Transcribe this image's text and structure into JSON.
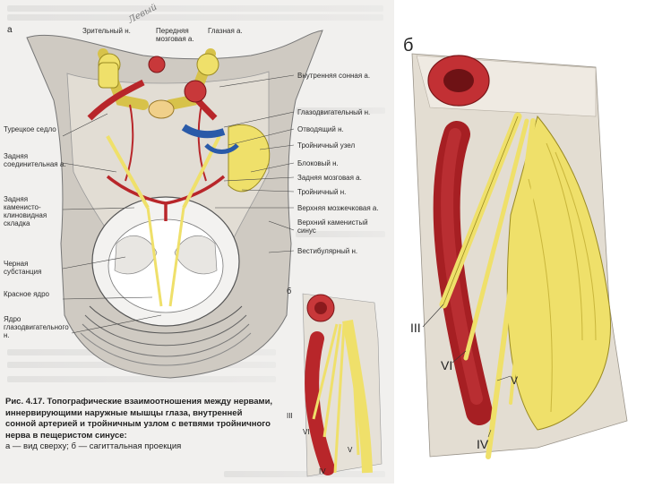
{
  "handwritten_note": "Левый",
  "panel_a": {
    "letter": "а",
    "top_labels": [
      "Зрительный н.",
      "Передняя мозговая а.",
      "Глазная а."
    ],
    "left_labels": [
      "Турецкое седло",
      "Задняя соединительная а.",
      "Задняя каменисто-клиновидная складка",
      "Черная субстанция",
      "Красное ядро",
      "Ядро глазодвигательного н."
    ],
    "right_labels": [
      "Внутренняя сонная а.",
      "Глазодвигательный н.",
      "Отводящий н.",
      "Тройничный узел",
      "Блоковый н.",
      "Задняя мозговая а.",
      "Тройничный н.",
      "Верхняя мозжечковая а.",
      "Верхний каменистый синус",
      "Вестибулярный н."
    ]
  },
  "panel_b_small": {
    "letter": "б",
    "nerves": [
      "III",
      "VI",
      "V",
      "IV"
    ]
  },
  "panel_b_big": {
    "letter": "б",
    "nerves": [
      "III",
      "VI",
      "V",
      "IV"
    ]
  },
  "caption": {
    "figure_number": "Рис. 4.17.",
    "title": "Топографические взаимоотношения между нервами, иннервирующими наружные мышцы глаза, внутренней сонной артерией и тройничным узлом с ветвями тройничного нерва в пещеристом синусе:",
    "legend": "а — вид сверху; б — сагиттальная проекция"
  },
  "colors": {
    "artery": "#b8262a",
    "nerve": "#efe06a",
    "nerve_outline": "#9a8a22",
    "vein": "#2a5aa8",
    "dura": "#d9d2c6"
  }
}
